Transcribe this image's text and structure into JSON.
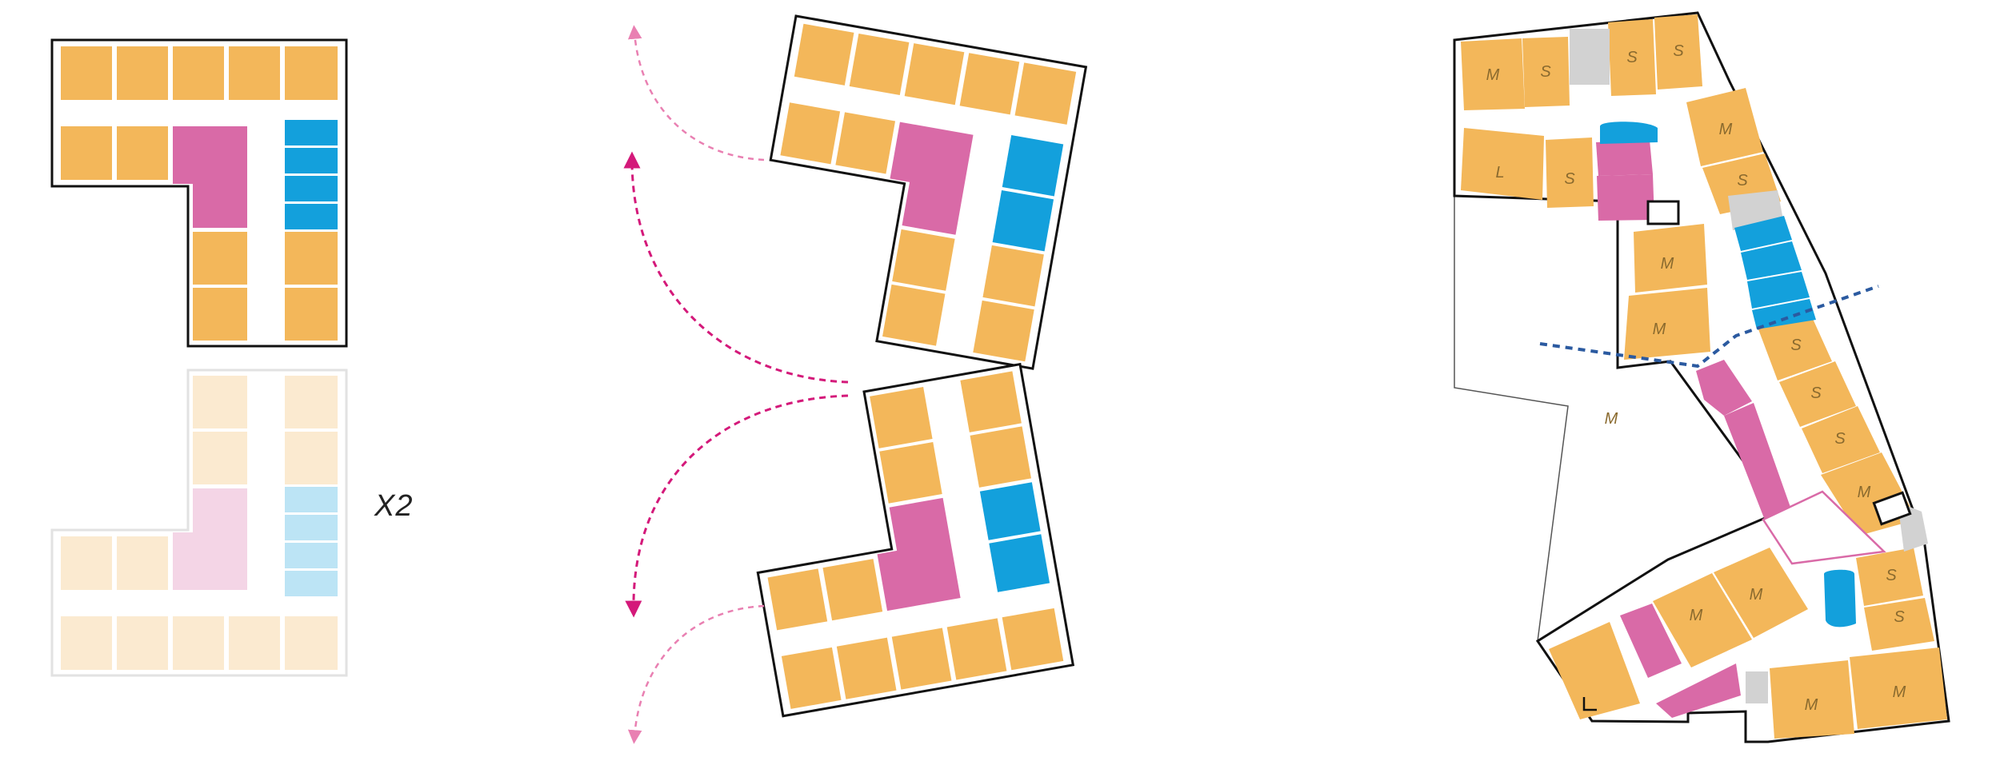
{
  "multiplier": "X2",
  "colors": {
    "apartment": "#f3b75a",
    "shared": "#d96aa7",
    "service": "#13a0dc",
    "core": "#d2d2d2",
    "outline": "#111111",
    "arrow_dark": "#d4197a",
    "arrow_light": "#e980b2",
    "cut_line": "#2b5aa0"
  },
  "room_labels": [
    "M",
    "S",
    "S",
    "S",
    "M",
    "L",
    "S",
    "M",
    "S",
    "M",
    "M",
    "S",
    "S",
    "S",
    "M",
    "S",
    "M",
    "M",
    "S",
    "M",
    "M"
  ]
}
